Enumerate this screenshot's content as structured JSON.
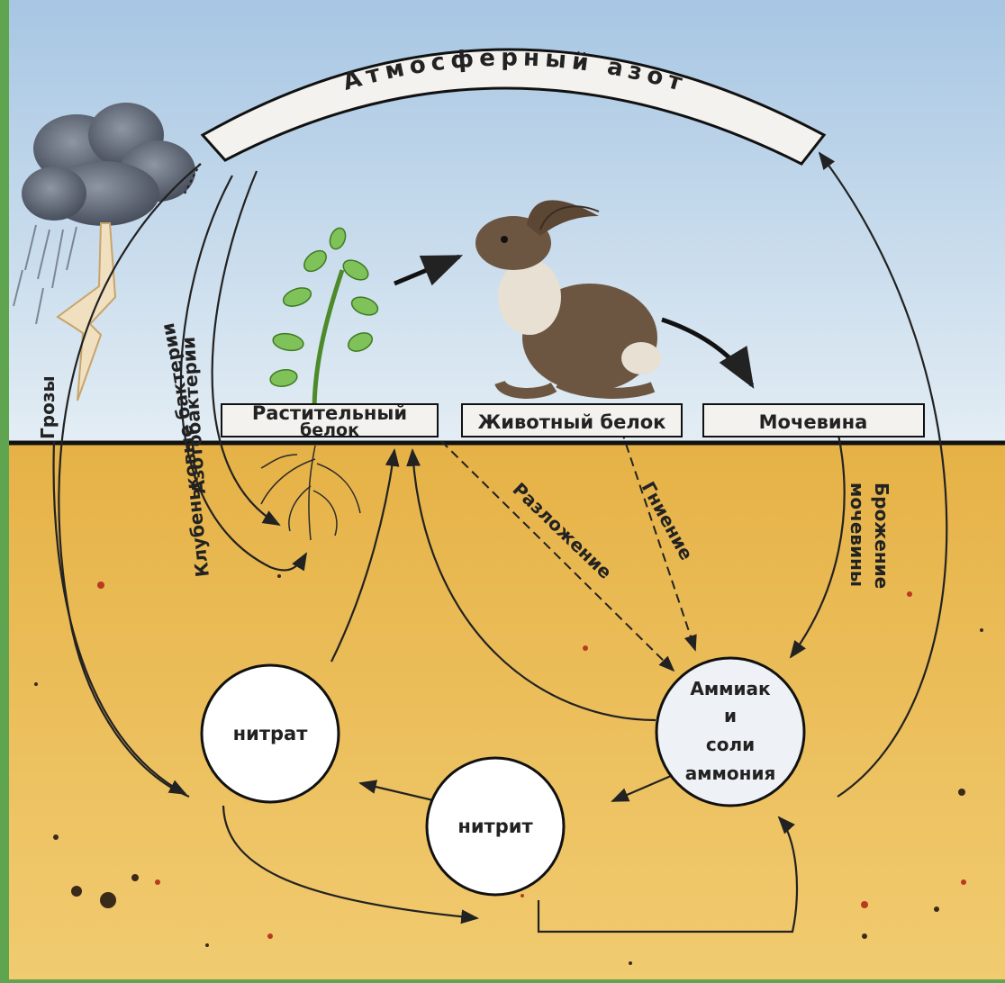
{
  "labels": {
    "atmospheric_nitrogen": "Атмосферный азот",
    "plant_protein_line1": "Растительный",
    "plant_protein_line2": "белок",
    "animal_protein": "Животный белок",
    "urea": "Мочевина",
    "thunderstorms": "Грозы",
    "nodule_bacteria": "Клубеньковые бактерии",
    "azotobacteria": "Азотобактерии",
    "decomposition": "Разложение",
    "putrefaction": "Гниение",
    "urea_fermentation_line1": "Брожение",
    "urea_fermentation_line2": "мочевины",
    "nitrate": "нитрат",
    "nitrite": "нитрит",
    "ammonia_line1": "Аммиак",
    "ammonia_line2": "и",
    "ammonia_line3": "соли",
    "ammonia_line4": "аммония"
  },
  "colors": {
    "frame_green": "#5fa44e",
    "sky_top": "#a9c7e3",
    "sky_bottom": "#dde9f2",
    "soil_top": "#e8b54a",
    "soil_bottom": "#f0c86a",
    "label_box": "#f3f2ee",
    "line": "#2b2b2b"
  },
  "icons": {
    "cloud": "storm-cloud-icon",
    "lightning": "lightning-bolt-icon",
    "plant": "plant-icon",
    "hare": "hare-icon"
  }
}
